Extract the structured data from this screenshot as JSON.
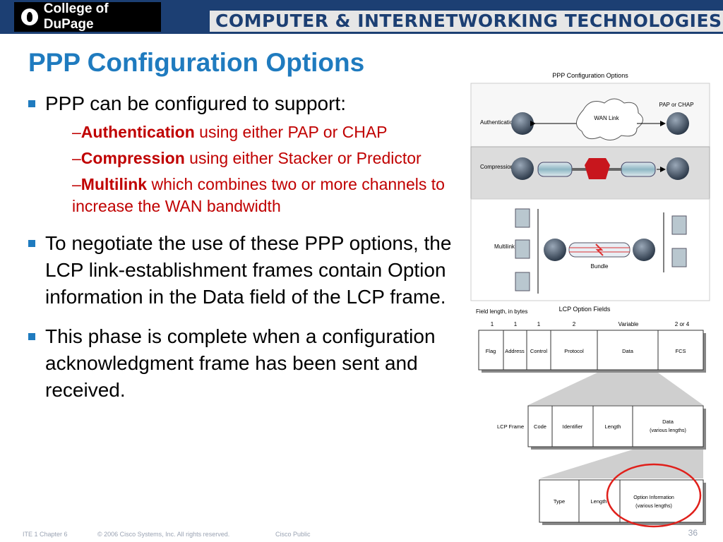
{
  "header": {
    "logo_text": "College of DuPage",
    "banner_text": "COMPUTER & INTERNETWORKING TECHNOLOGIES",
    "bar_color": "#1c3f73"
  },
  "slide": {
    "title": "PPP Configuration Options",
    "bullet1": "PPP can be configured to support:",
    "sub1": {
      "dash": "–",
      "term": "Authentication",
      "rest": " using either PAP or CHAP"
    },
    "sub2": {
      "dash": "–",
      "term": "Compression",
      "rest": " using either Stacker or Predictor"
    },
    "sub3": {
      "dash": "–",
      "term": "Multilink",
      "rest": " which combines two or more channels to increase the WAN bandwidth"
    },
    "bullet2": "To negotiate the use of these PPP options, the LCP link-establishment frames contain Option information in the Data field of the LCP frame.",
    "bullet3": "This phase is complete when a configuration acknowledgment frame has been sent and received."
  },
  "figure1": {
    "title": "PPP Configuration Options",
    "row1_label": "Authentication",
    "wan_label": "WAN Link",
    "pap_label": "PAP or CHAP",
    "row2_label": "Compression",
    "row3_label": "Multilink",
    "bundle_label": "Bundle"
  },
  "figure2": {
    "title": "LCP Option Fields",
    "field_length_label": "Field length, in bytes",
    "byte_flag": "1",
    "byte_address": "1",
    "byte_control": "1",
    "byte_protocol": "2",
    "byte_data": "Variable",
    "byte_fcs": "2 or 4",
    "frame1": {
      "flag": "Flag",
      "address": "Address",
      "control": "Control",
      "protocol": "Protocol",
      "data": "Data",
      "fcs": "FCS"
    },
    "lcp_frame_label": "LCP Frame",
    "frame2": {
      "code": "Code",
      "identifier": "Identifier",
      "length": "Length",
      "data": "Data",
      "data_sub": "(various lengths)"
    },
    "frame3": {
      "type": "Type",
      "length": "Length",
      "option": "Option Information",
      "option_sub": "(various lengths)"
    },
    "highlight_color": "#e0201b"
  },
  "footer": {
    "chapter": "ITE 1 Chapter 6",
    "copyright": "© 2006 Cisco Systems, Inc. All rights reserved.",
    "classification": "Cisco Public",
    "page": "36"
  }
}
